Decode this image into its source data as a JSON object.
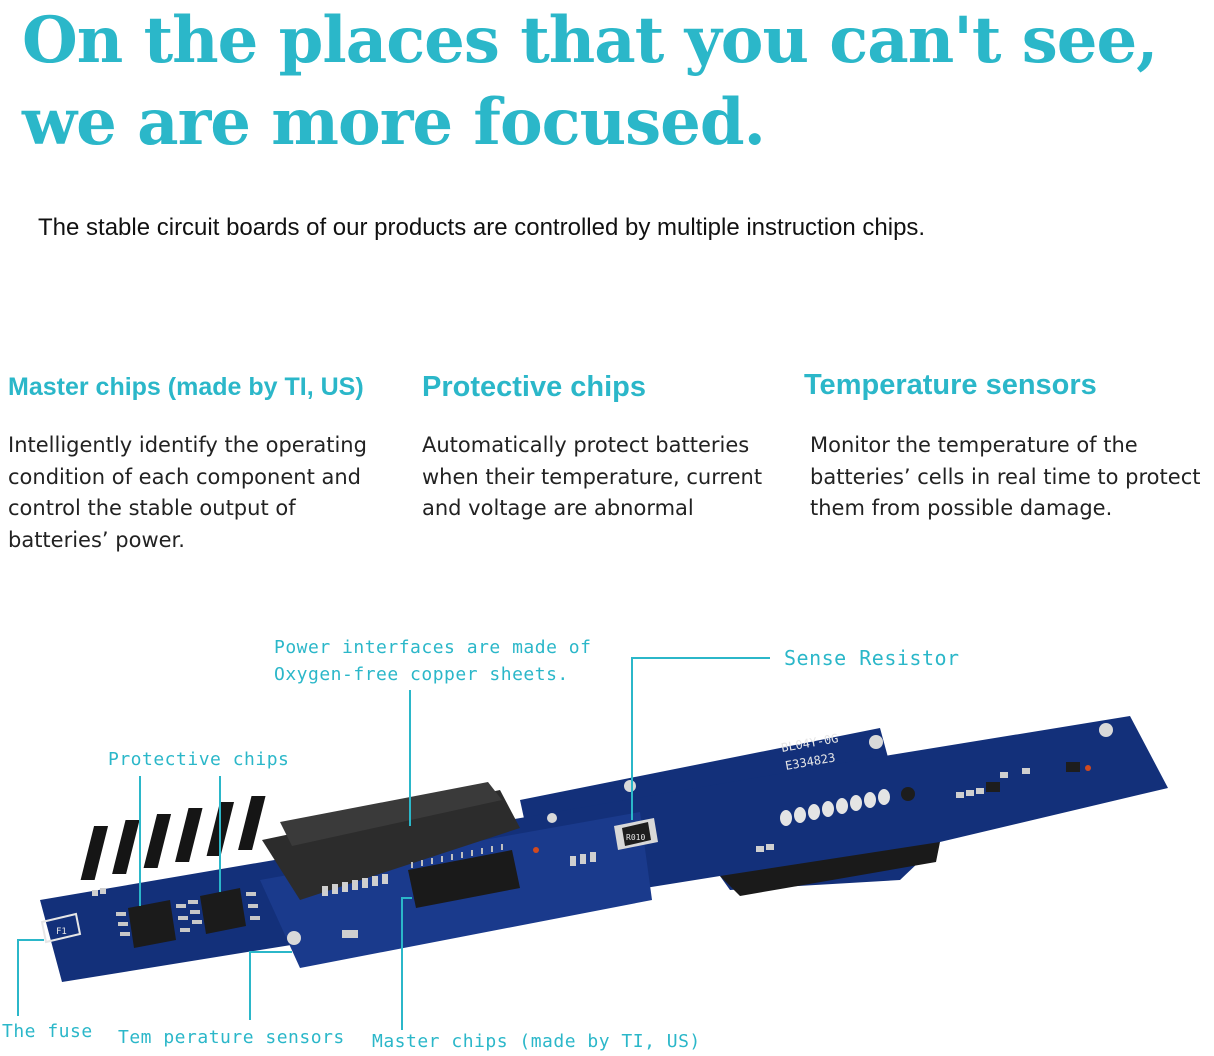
{
  "colors": {
    "accent": "#2bb7c9",
    "board": "#13307a",
    "text": "#222222"
  },
  "headline": {
    "line1": "On the places that you can't see,",
    "line2": "we are more focused."
  },
  "intro": "The stable circuit boards of our products are controlled by multiple instruction chips.",
  "features": [
    {
      "title": "Master chips (made by TI, US)",
      "lines": [
        "Intelligently identify the operating",
        "condition of each component and",
        "control the stable output of",
        "batteries’ power."
      ]
    },
    {
      "title": "Protective chips",
      "lines": [
        "Automatically protect batteries",
        "when their temperature, current",
        "and voltage are abnormal"
      ]
    },
    {
      "title": "Temperature sensors",
      "lines": [
        "Monitor the temperature of the",
        "batteries’ cells in real time to protect",
        "them from possible damage."
      ]
    }
  ],
  "callouts": {
    "power_line1": "Power interfaces are made of",
    "power_line2": "Oxygen-free copper sheets.",
    "sense": "Sense Resistor",
    "protective": "Protective chips",
    "fuse": "The fuse",
    "temp": "Tem perature sensors",
    "master": "Master chips (made by TI, US)"
  },
  "board_markings": {
    "chip_code": "R010",
    "label1": "BL04Y-0G",
    "label2": "E334823",
    "fuse_label": "F1"
  }
}
